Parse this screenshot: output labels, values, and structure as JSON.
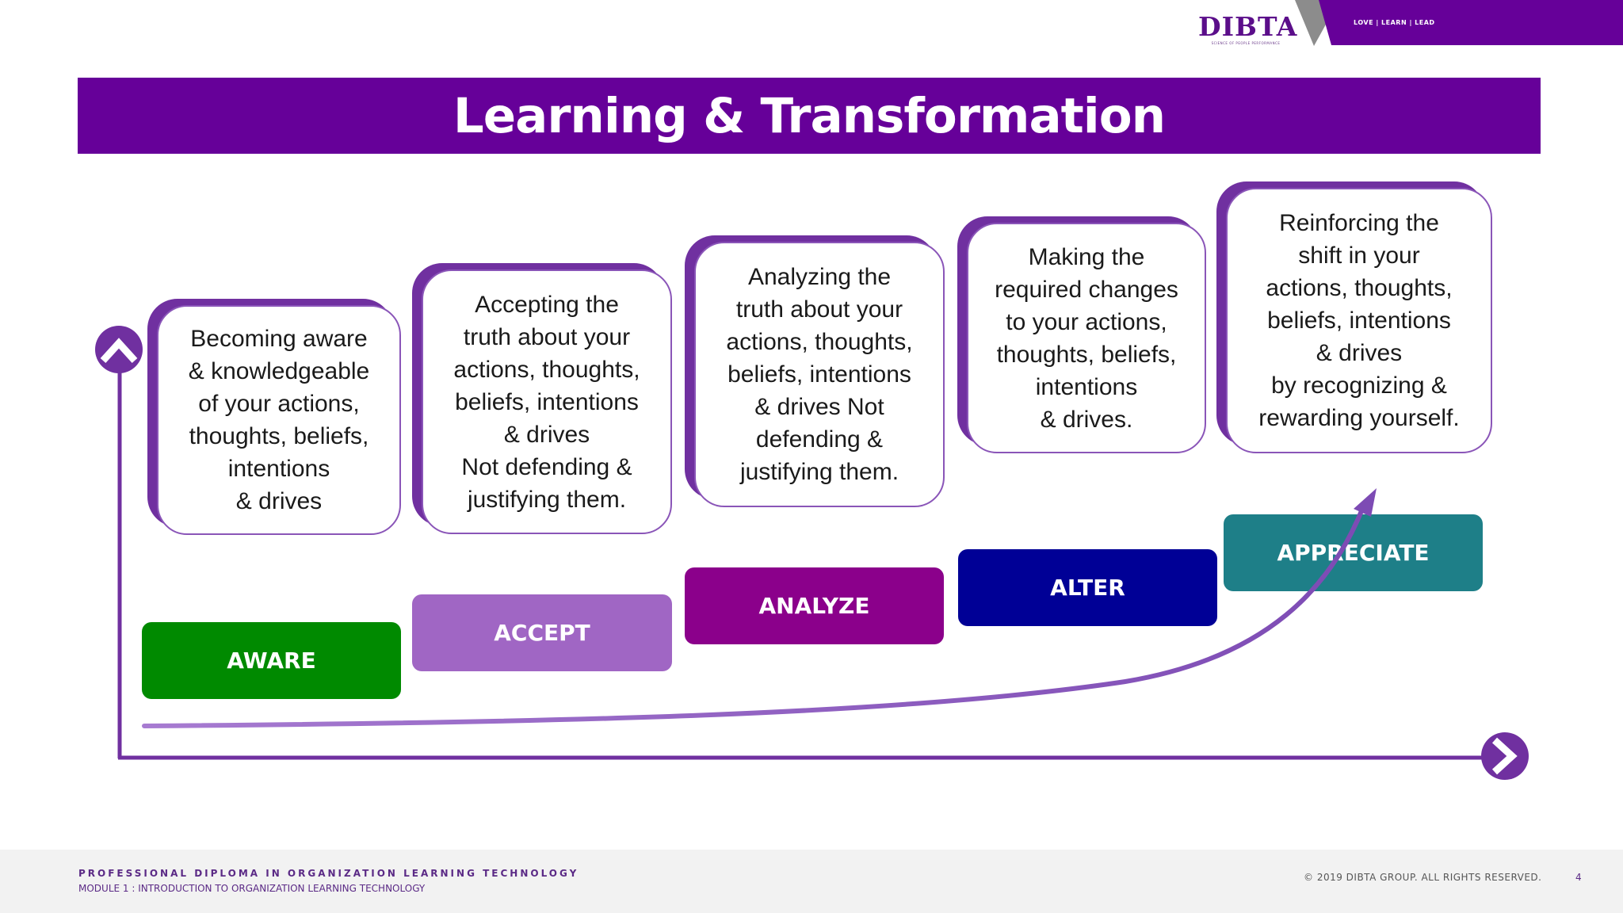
{
  "brand": {
    "logo_text": "DIBTA",
    "logo_subtitle": "SCIENCE OF PEOPLE PERFORMANCE",
    "tagline": "LOVE | LEARN | LEAD",
    "colors": {
      "purple": "#660099",
      "grey": "#7f7f7f"
    }
  },
  "title": "Learning & Transformation",
  "stages": [
    {
      "label": "AWARE",
      "color": "#008a00",
      "description": "Becoming aware\n& knowledgeable\nof your actions,\nthoughts, beliefs,\nintentions\n& drives"
    },
    {
      "label": "ACCEPT",
      "color": "#a066c4",
      "description": "Accepting the\ntruth about your\nactions, thoughts,\nbeliefs, intentions\n& drives\nNot defending &\njustifying them."
    },
    {
      "label": "ANALYZE",
      "color": "#8b008b",
      "description": "Analyzing the\ntruth about your\nactions, thoughts,\nbeliefs, intentions\n& drives Not\ndefending &\njustifying them."
    },
    {
      "label": "ALTER",
      "color": "#000096",
      "description": "Making the\nrequired changes\nto your actions,\nthoughts, beliefs,\nintentions\n& drives."
    },
    {
      "label": "APPRECIATE",
      "color": "#1e7f88",
      "description": "Reinforcing the\nshift in your\nactions, thoughts,\nbeliefs, intentions\n& drives\nby recognizing &\nrewarding yourself."
    }
  ],
  "icons": {
    "y_axis_end": "chevron-up-circle-icon",
    "x_axis_end": "chevron-right-circle-icon",
    "growth_curve": "arrow-curve-icon"
  },
  "footer": {
    "program": "PROFESSIONAL DIPLOMA IN ORGANIZATION LEARNING TECHNOLOGY",
    "module": "MODULE 1 : INTRODUCTION TO ORGANIZATION LEARNING TECHNOLOGY",
    "copyright": "© 2019 DIBTA GROUP. ALL RIGHTS RESERVED.",
    "page_number": "4"
  }
}
